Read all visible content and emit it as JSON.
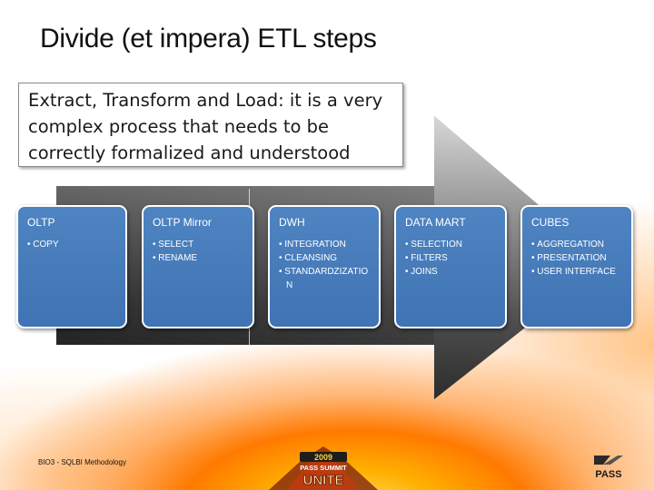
{
  "slide": {
    "title": "Divide (et impera) ETL steps",
    "callout": "Extract, Transform and Load: it is a very complex process that needs to be correctly formalized and understood",
    "steps": [
      {
        "title": "OLTP",
        "items": [
          "COPY"
        ]
      },
      {
        "title": "OLTP Mirror",
        "items": [
          "SELECT",
          "RENAME"
        ]
      },
      {
        "title": "DWH",
        "items": [
          "INTEGRATION",
          "CLEANSING",
          "STANDARDZIZATIO N"
        ]
      },
      {
        "title": "DATA MART",
        "items": [
          "SELECTION",
          "FILTERS",
          "JOINS"
        ]
      },
      {
        "title": "CUBES",
        "items": [
          "AGGREGATION",
          "PRESENTATION",
          "USER INTERFACE"
        ]
      }
    ],
    "footer": "BIO3 - SQLBI Methodology",
    "logo": {
      "year": "2009",
      "line1": "PASS SUMMIT",
      "line2": "UNITE",
      "corner": "PASS"
    }
  },
  "colors": {
    "card_blue": "#4a7fbe",
    "arrow_dark": "#3a3a3a",
    "arrow_light": "#d5d5d5",
    "glow_orange": "#ff8a00"
  }
}
